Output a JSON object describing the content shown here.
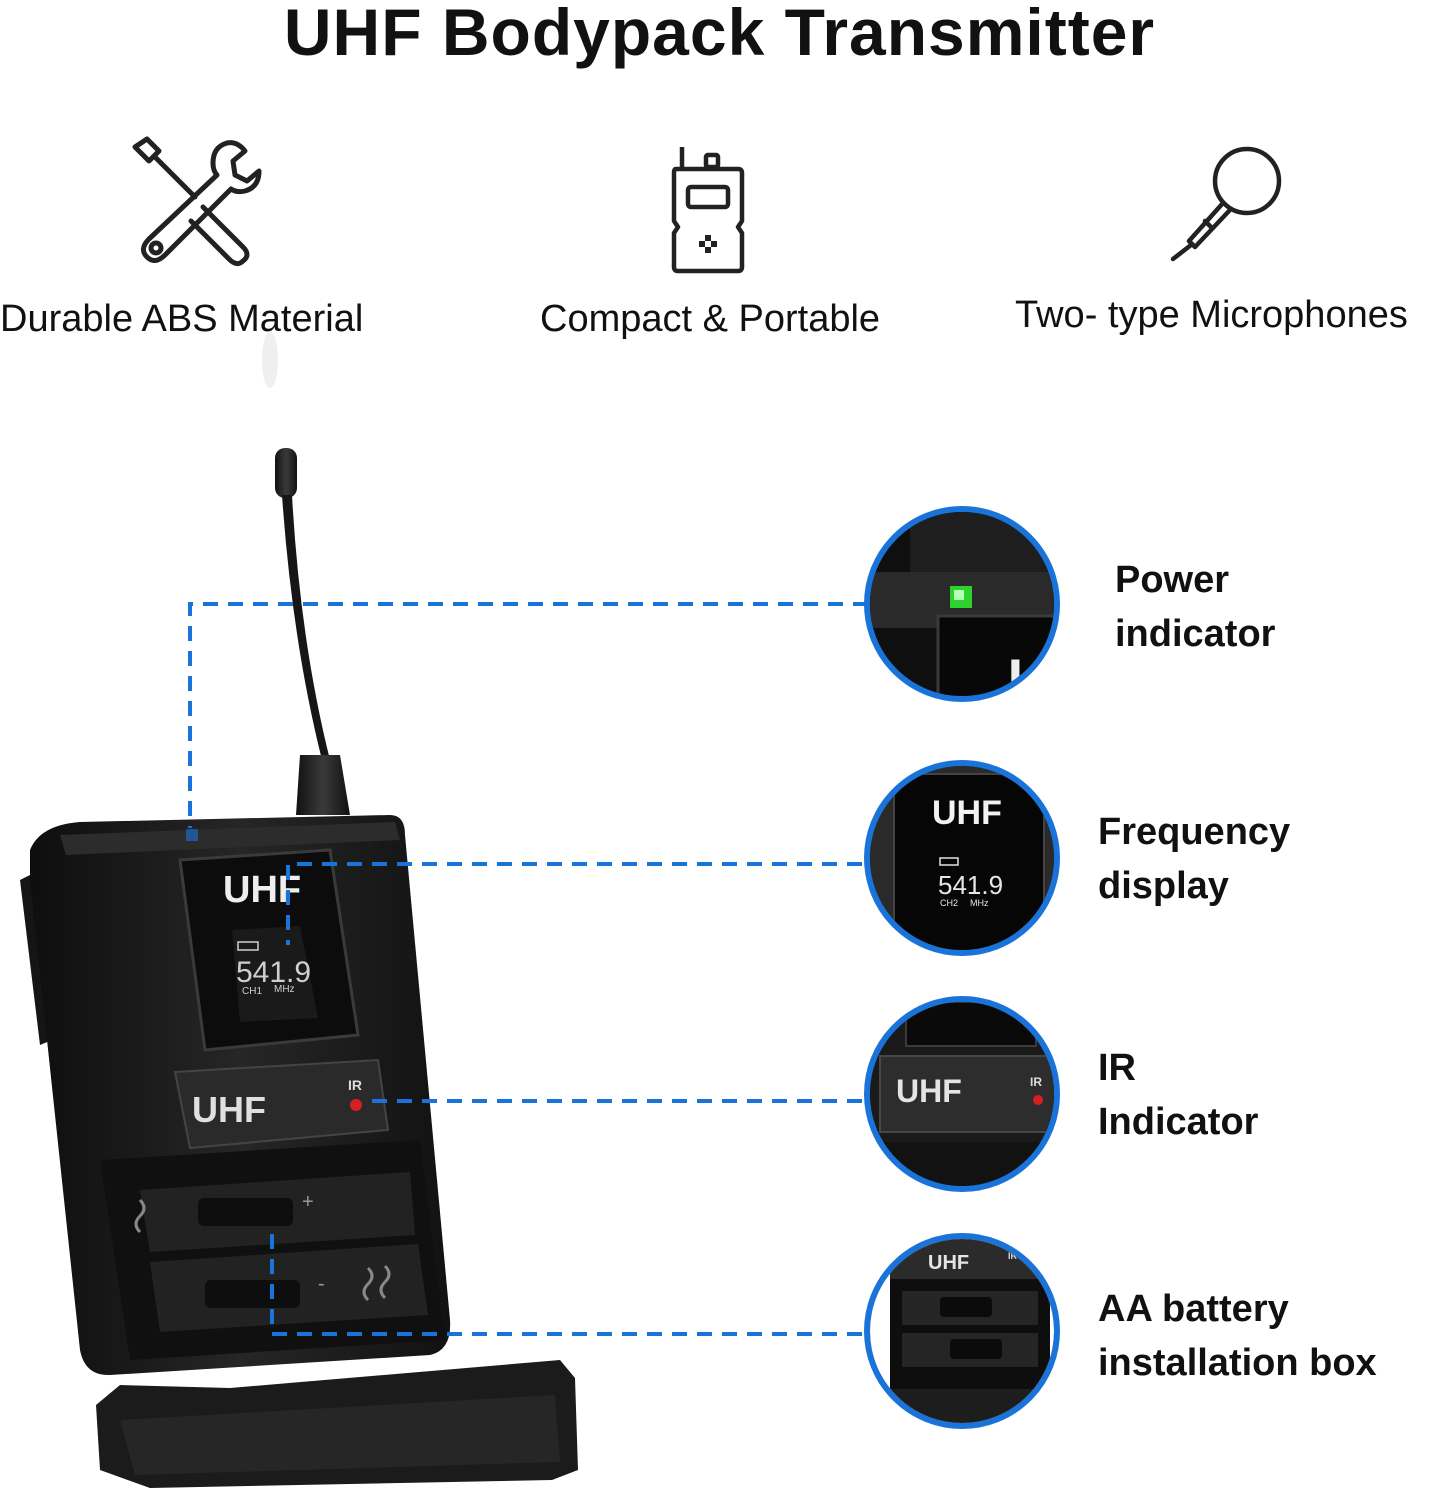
{
  "title": "UHF Bodypack Transmitter",
  "features": [
    {
      "label": "Durable ABS Material",
      "icon": "wrench-screwdriver-icon"
    },
    {
      "label": "Compact & Portable",
      "icon": "walkie-talkie-icon"
    },
    {
      "label": "Two- type Microphones",
      "icon": "microphone-icon"
    }
  ],
  "callouts": [
    {
      "line1": "Power",
      "line2": "indicator"
    },
    {
      "line1": "Frequency",
      "line2": "display"
    },
    {
      "line1": "IR",
      "line2": "Indicator"
    },
    {
      "line1": "AA battery",
      "line2": "installation box"
    }
  ],
  "device": {
    "brand": "UHF",
    "frequency": "541.9",
    "channel": "CH1",
    "unit": "MHz",
    "ir_label": "IR"
  },
  "zoom_display": {
    "brand": "UHF",
    "frequency": "541.9",
    "channel": "CH2",
    "unit": "MHz"
  },
  "colors": {
    "accent": "#1a73d9",
    "power_led": "#2fd12f",
    "ir_led": "#d42020",
    "device_body": "#1c1c1c"
  }
}
